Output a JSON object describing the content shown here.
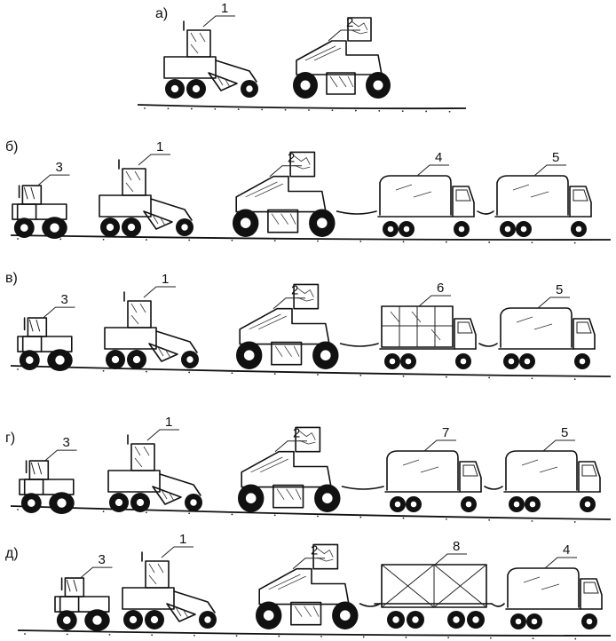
{
  "diagram": {
    "rows": [
      {
        "id": "a",
        "label": "а)",
        "machines": [
          {
            "type": "grader",
            "number": "1"
          },
          {
            "type": "recycler",
            "number": "2"
          }
        ]
      },
      {
        "id": "b",
        "label": "б)",
        "machines": [
          {
            "type": "roller",
            "number": "3"
          },
          {
            "type": "grader",
            "number": "1"
          },
          {
            "type": "recycler",
            "number": "2"
          },
          {
            "type": "truck-tank",
            "number": "4"
          },
          {
            "type": "truck-tank",
            "number": "5"
          }
        ]
      },
      {
        "id": "v",
        "label": "в)",
        "machines": [
          {
            "type": "roller",
            "number": "3"
          },
          {
            "type": "grader",
            "number": "1"
          },
          {
            "type": "recycler",
            "number": "2"
          },
          {
            "type": "truck-cage",
            "number": "6"
          },
          {
            "type": "truck-tank",
            "number": "5"
          }
        ]
      },
      {
        "id": "g",
        "label": "г)",
        "machines": [
          {
            "type": "roller",
            "number": "3"
          },
          {
            "type": "grader",
            "number": "1"
          },
          {
            "type": "recycler",
            "number": "2"
          },
          {
            "type": "truck-tank",
            "number": "7"
          },
          {
            "type": "truck-tank",
            "number": "5"
          }
        ]
      },
      {
        "id": "d",
        "label": "д)",
        "machines": [
          {
            "type": "roller",
            "number": "3"
          },
          {
            "type": "grader",
            "number": "1"
          },
          {
            "type": "recycler",
            "number": "2"
          },
          {
            "type": "frame-trailer",
            "number": "8"
          },
          {
            "type": "truck-tank",
            "number": "4"
          }
        ]
      }
    ]
  }
}
